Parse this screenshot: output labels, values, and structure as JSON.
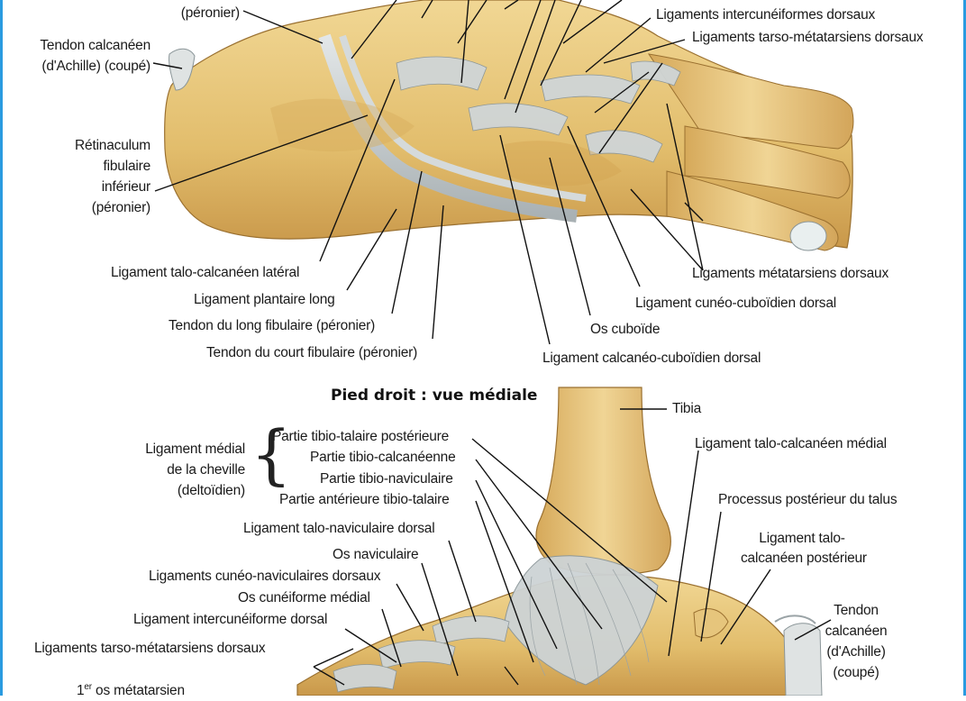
{
  "colors": {
    "bone": "#e8c77d",
    "bone_dark": "#b8893a",
    "ligament": "#c9cfd2",
    "tendon": "#d9dcdc",
    "leader": "#111111",
    "edge": "#2a9be0"
  },
  "lateral": {
    "labels": {
      "peronier_top": "(péronier)",
      "achille_1": "Tendon calcanéen",
      "achille_2": "(d'Achille) (coupé)",
      "retinaculum_1": "Rétinaculum",
      "retinaculum_2": "fibulaire",
      "retinaculum_3": "inférieur",
      "retinaculum_4": "(péronier)",
      "intercuneiformes": "Ligaments intercunéiformes dorsaux",
      "tarso_meta": "Ligaments tarso-métatarsiens dorsaux",
      "metatarsiens": "Ligaments métatarsiens dorsaux",
      "cuneo_cuboidien": "Ligament cunéo-cuboïdien dorsal",
      "os_cuboide": "Os cuboïde",
      "calcaneo_cuboidien": "Ligament calcanéo-cuboïdien dorsal",
      "talo_calcaneen_lat": "Ligament talo-calcanéen latéral",
      "plantaire_long": "Ligament plantaire long",
      "long_fibulaire": "Tendon du long fibulaire (péronier)",
      "court_fibulaire": "Tendon du court fibulaire (péronier)"
    }
  },
  "medial": {
    "title": "Pied droit : vue médiale",
    "labels": {
      "tibia": "Tibia",
      "lig_medial_1": "Ligament médial",
      "lig_medial_2": "de la cheville",
      "lig_medial_3": "(deltoïdien)",
      "tibio_talaire_post": "Partie tibio-talaire postérieure",
      "tibio_calcaneenne": "Partie tibio-calcanéenne",
      "tibio_naviculaire": "Partie tibio-naviculaire",
      "ant_tibio_talaire": "Partie antérieure tibio-talaire",
      "talo_naviculaire": "Ligament talo-naviculaire dorsal",
      "os_naviculaire": "Os naviculaire",
      "cuneo_naviculaires": "Ligaments cunéo-naviculaires dorsaux",
      "os_cuneiforme": "Os cunéiforme médial",
      "intercuneiforme": "Ligament intercunéiforme dorsal",
      "tarso_meta": "Ligaments tarso-métatarsiens dorsaux",
      "metatarsien_1_pre": "1",
      "metatarsien_1_sup": "er",
      "metatarsien_1_post": " os métatarsien",
      "talo_calcaneen_med": "Ligament talo-calcanéen médial",
      "processus_post": "Processus postérieur du talus",
      "talo_post_1": "Ligament talo-",
      "talo_post_2": "calcanéen postérieur",
      "achille_1": "Tendon",
      "achille_2": "calcanéen",
      "achille_3": "(d'Achille)",
      "achille_4": "(coupé)"
    }
  }
}
